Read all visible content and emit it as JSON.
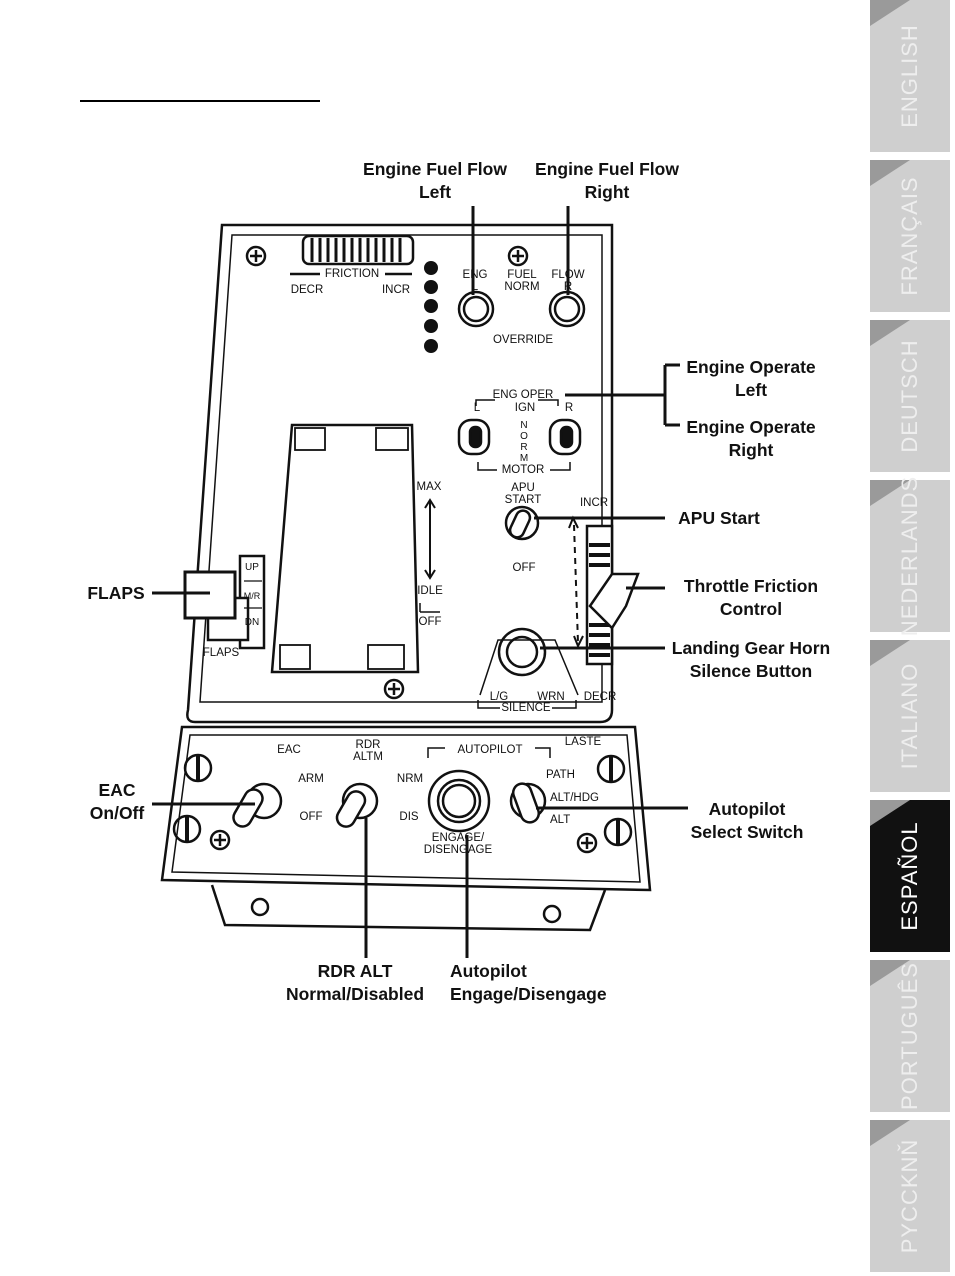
{
  "language_tabs": [
    {
      "label": "ENGLISH",
      "active": false
    },
    {
      "label": "FRANÇAIS",
      "active": false
    },
    {
      "label": "DEUTSCH",
      "active": false
    },
    {
      "label": "NEDERLANDS",
      "active": false
    },
    {
      "label": "ITALIANO",
      "active": false
    },
    {
      "label": "ESPAÑOL",
      "active": true
    },
    {
      "label": "PORTUGUÊS",
      "active": false
    },
    {
      "label": "PYCCKNŇ",
      "active": false
    }
  ],
  "callouts": {
    "engine_fuel_flow_left": "Engine Fuel Flow\nLeft",
    "engine_fuel_flow_right": "Engine Fuel Flow\nRight",
    "engine_operate_left": "Engine Operate\nLeft",
    "engine_operate_right": "Engine Operate\nRight",
    "apu_start": "APU Start",
    "flaps": "FLAPS",
    "throttle_friction": "Throttle Friction\nControl",
    "landing_gear_horn": "Landing Gear Horn\nSilence Button",
    "eac": "EAC\nOn/Off",
    "autopilot_select": "Autopilot\nSelect Switch",
    "rdr_alt": "RDR ALT\nNormal/Disabled",
    "autopilot_engage": "Autopilot\nEngage/Disengage"
  },
  "panel": {
    "friction": "FRICTION",
    "decr": "DECR",
    "incr": "INCR",
    "eng_l": "ENG\nL",
    "fuel_norm": "FUEL\nNORM",
    "flow_r": "FLOW\nR",
    "override": "OVERRIDE",
    "eng_oper": "ENG OPER",
    "ign": "IGN",
    "l": "L",
    "r": "R",
    "norm_vertical": "N\nO\nR\nM",
    "motor": "MOTOR",
    "apu_start": "APU\nSTART",
    "off": "OFF",
    "max": "MAX",
    "idle": "IDLE",
    "idle_off": "OFF",
    "throttle_incr": "INCR",
    "throttle_decr": "DECR",
    "flaps_up": "UP",
    "flaps_mr": "M/R",
    "flaps_dn": "DN",
    "flaps": "FLAPS",
    "lg": "L/G",
    "wrn": "WRN",
    "silence": "SILENCE",
    "eac": "EAC",
    "arm": "ARM",
    "eac_off": "OFF",
    "rdr_altm": "RDR\nALTM",
    "nrm": "NRM",
    "dis": "DIS",
    "autopilot": "AUTOPILOT",
    "engage_disengage": "ENGAGE/\nDISENGAGE",
    "laste": "LASTE",
    "path": "PATH",
    "alt_hdg": "ALT/HDG",
    "alt": "ALT"
  }
}
